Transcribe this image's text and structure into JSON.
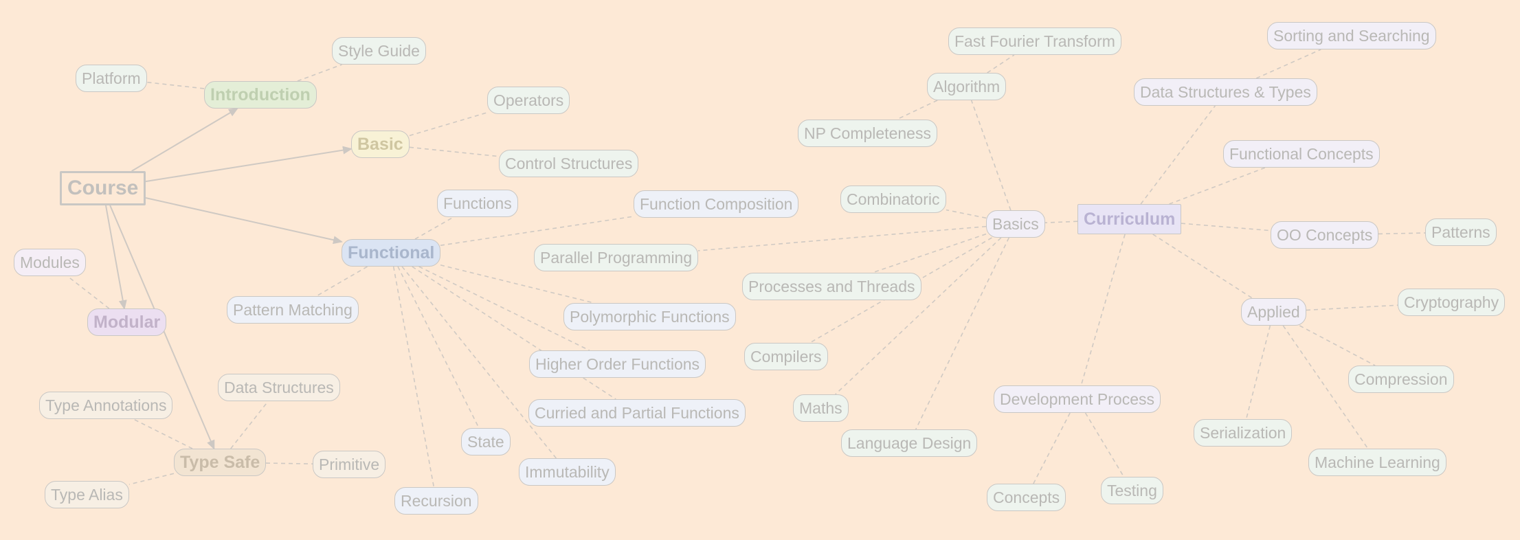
{
  "diagram": {
    "title": "",
    "colors": {
      "background": "#fde9d6",
      "edge": "#cfc9c3",
      "introduction": "#e4eed7",
      "basic": "#f8f2d6",
      "functional": "#dbe4f3",
      "modular": "#ecdff1",
      "type_safe": "#f2e4d2",
      "curriculum": "#e8e4f5"
    },
    "nodes": {
      "course": "Course",
      "introduction": "Introduction",
      "platform": "Platform",
      "style_guide": "Style Guide",
      "basic": "Basic",
      "operators": "Operators",
      "control_structures": "Control Structures",
      "functional": "Functional",
      "functions": "Functions",
      "function_composition": "Function Composition",
      "parallel_programming": "Parallel Programming",
      "pattern_matching": "Pattern Matching",
      "polymorphic_functions": "Polymorphic Functions",
      "higher_order_functions": "Higher Order Functions",
      "curried_partial": "Curried and Partial Functions",
      "immutability": "Immutability",
      "state": "State",
      "recursion": "Recursion",
      "modules": "Modules",
      "modular": "Modular",
      "type_annotations": "Type Annotations",
      "data_structures": "Data Structures",
      "type_safe": "Type Safe",
      "primitive": "Primitive",
      "type_alias": "Type Alias",
      "fft": "Fast Fourier Transform",
      "algorithm": "Algorithm",
      "np_completeness": "NP Completeness",
      "combinatoric": "Combinatoric",
      "basics": "Basics",
      "processes_threads": "Processes and Threads",
      "compilers": "Compilers",
      "maths": "Maths",
      "language_design": "Language Design",
      "curriculum": "Curriculum",
      "sorting_searching": "Sorting and Searching",
      "data_structures_types": "Data Structures & Types",
      "functional_concepts": "Functional Concepts",
      "oo_concepts": "OO Concepts",
      "patterns": "Patterns",
      "applied": "Applied",
      "cryptography": "Cryptography",
      "compression": "Compression",
      "serialization": "Serialization",
      "machine_learning": "Machine Learning",
      "development_process": "Development Process",
      "concepts": "Concepts",
      "testing": "Testing"
    },
    "edges": [
      {
        "from": "course",
        "to": "introduction",
        "style": "arrow"
      },
      {
        "from": "course",
        "to": "basic",
        "style": "arrow"
      },
      {
        "from": "course",
        "to": "functional",
        "style": "arrow"
      },
      {
        "from": "course",
        "to": "modular",
        "style": "arrow"
      },
      {
        "from": "course",
        "to": "type_safe",
        "style": "arrow"
      },
      {
        "from": "introduction",
        "to": "platform",
        "style": "dashed"
      },
      {
        "from": "introduction",
        "to": "style_guide",
        "style": "dashed"
      },
      {
        "from": "basic",
        "to": "operators",
        "style": "dashed"
      },
      {
        "from": "basic",
        "to": "control_structures",
        "style": "dashed"
      },
      {
        "from": "functional",
        "to": "functions",
        "style": "dashed"
      },
      {
        "from": "functional",
        "to": "function_composition",
        "style": "dashed"
      },
      {
        "from": "functional",
        "to": "pattern_matching",
        "style": "dashed"
      },
      {
        "from": "functional",
        "to": "polymorphic_functions",
        "style": "dashed"
      },
      {
        "from": "functional",
        "to": "higher_order_functions",
        "style": "dashed"
      },
      {
        "from": "functional",
        "to": "curried_partial",
        "style": "dashed"
      },
      {
        "from": "functional",
        "to": "immutability",
        "style": "dashed"
      },
      {
        "from": "functional",
        "to": "state",
        "style": "dashed"
      },
      {
        "from": "functional",
        "to": "recursion",
        "style": "dashed"
      },
      {
        "from": "modular",
        "to": "modules",
        "style": "dashed"
      },
      {
        "from": "type_safe",
        "to": "type_annotations",
        "style": "dashed"
      },
      {
        "from": "type_safe",
        "to": "data_structures",
        "style": "dashed"
      },
      {
        "from": "type_safe",
        "to": "primitive",
        "style": "dashed"
      },
      {
        "from": "type_safe",
        "to": "type_alias",
        "style": "dashed"
      },
      {
        "from": "algorithm",
        "to": "fft",
        "style": "dashed"
      },
      {
        "from": "algorithm",
        "to": "np_completeness",
        "style": "dashed"
      },
      {
        "from": "basics",
        "to": "algorithm",
        "style": "dashed"
      },
      {
        "from": "basics",
        "to": "combinatoric",
        "style": "dashed"
      },
      {
        "from": "basics",
        "to": "parallel_programming",
        "style": "dashed"
      },
      {
        "from": "basics",
        "to": "processes_threads",
        "style": "dashed"
      },
      {
        "from": "basics",
        "to": "compilers",
        "style": "dashed"
      },
      {
        "from": "basics",
        "to": "maths",
        "style": "dashed"
      },
      {
        "from": "basics",
        "to": "language_design",
        "style": "dashed"
      },
      {
        "from": "curriculum",
        "to": "basics",
        "style": "dashed"
      },
      {
        "from": "curriculum",
        "to": "data_structures_types",
        "style": "dashed"
      },
      {
        "from": "data_structures_types",
        "to": "sorting_searching",
        "style": "dashed"
      },
      {
        "from": "curriculum",
        "to": "functional_concepts",
        "style": "dashed"
      },
      {
        "from": "curriculum",
        "to": "oo_concepts",
        "style": "dashed"
      },
      {
        "from": "oo_concepts",
        "to": "patterns",
        "style": "dashed"
      },
      {
        "from": "curriculum",
        "to": "applied",
        "style": "dashed"
      },
      {
        "from": "applied",
        "to": "cryptography",
        "style": "dashed"
      },
      {
        "from": "applied",
        "to": "compression",
        "style": "dashed"
      },
      {
        "from": "applied",
        "to": "serialization",
        "style": "dashed"
      },
      {
        "from": "applied",
        "to": "machine_learning",
        "style": "dashed"
      },
      {
        "from": "curriculum",
        "to": "development_process",
        "style": "dashed"
      },
      {
        "from": "development_process",
        "to": "concepts",
        "style": "dashed"
      },
      {
        "from": "development_process",
        "to": "testing",
        "style": "dashed"
      }
    ]
  }
}
